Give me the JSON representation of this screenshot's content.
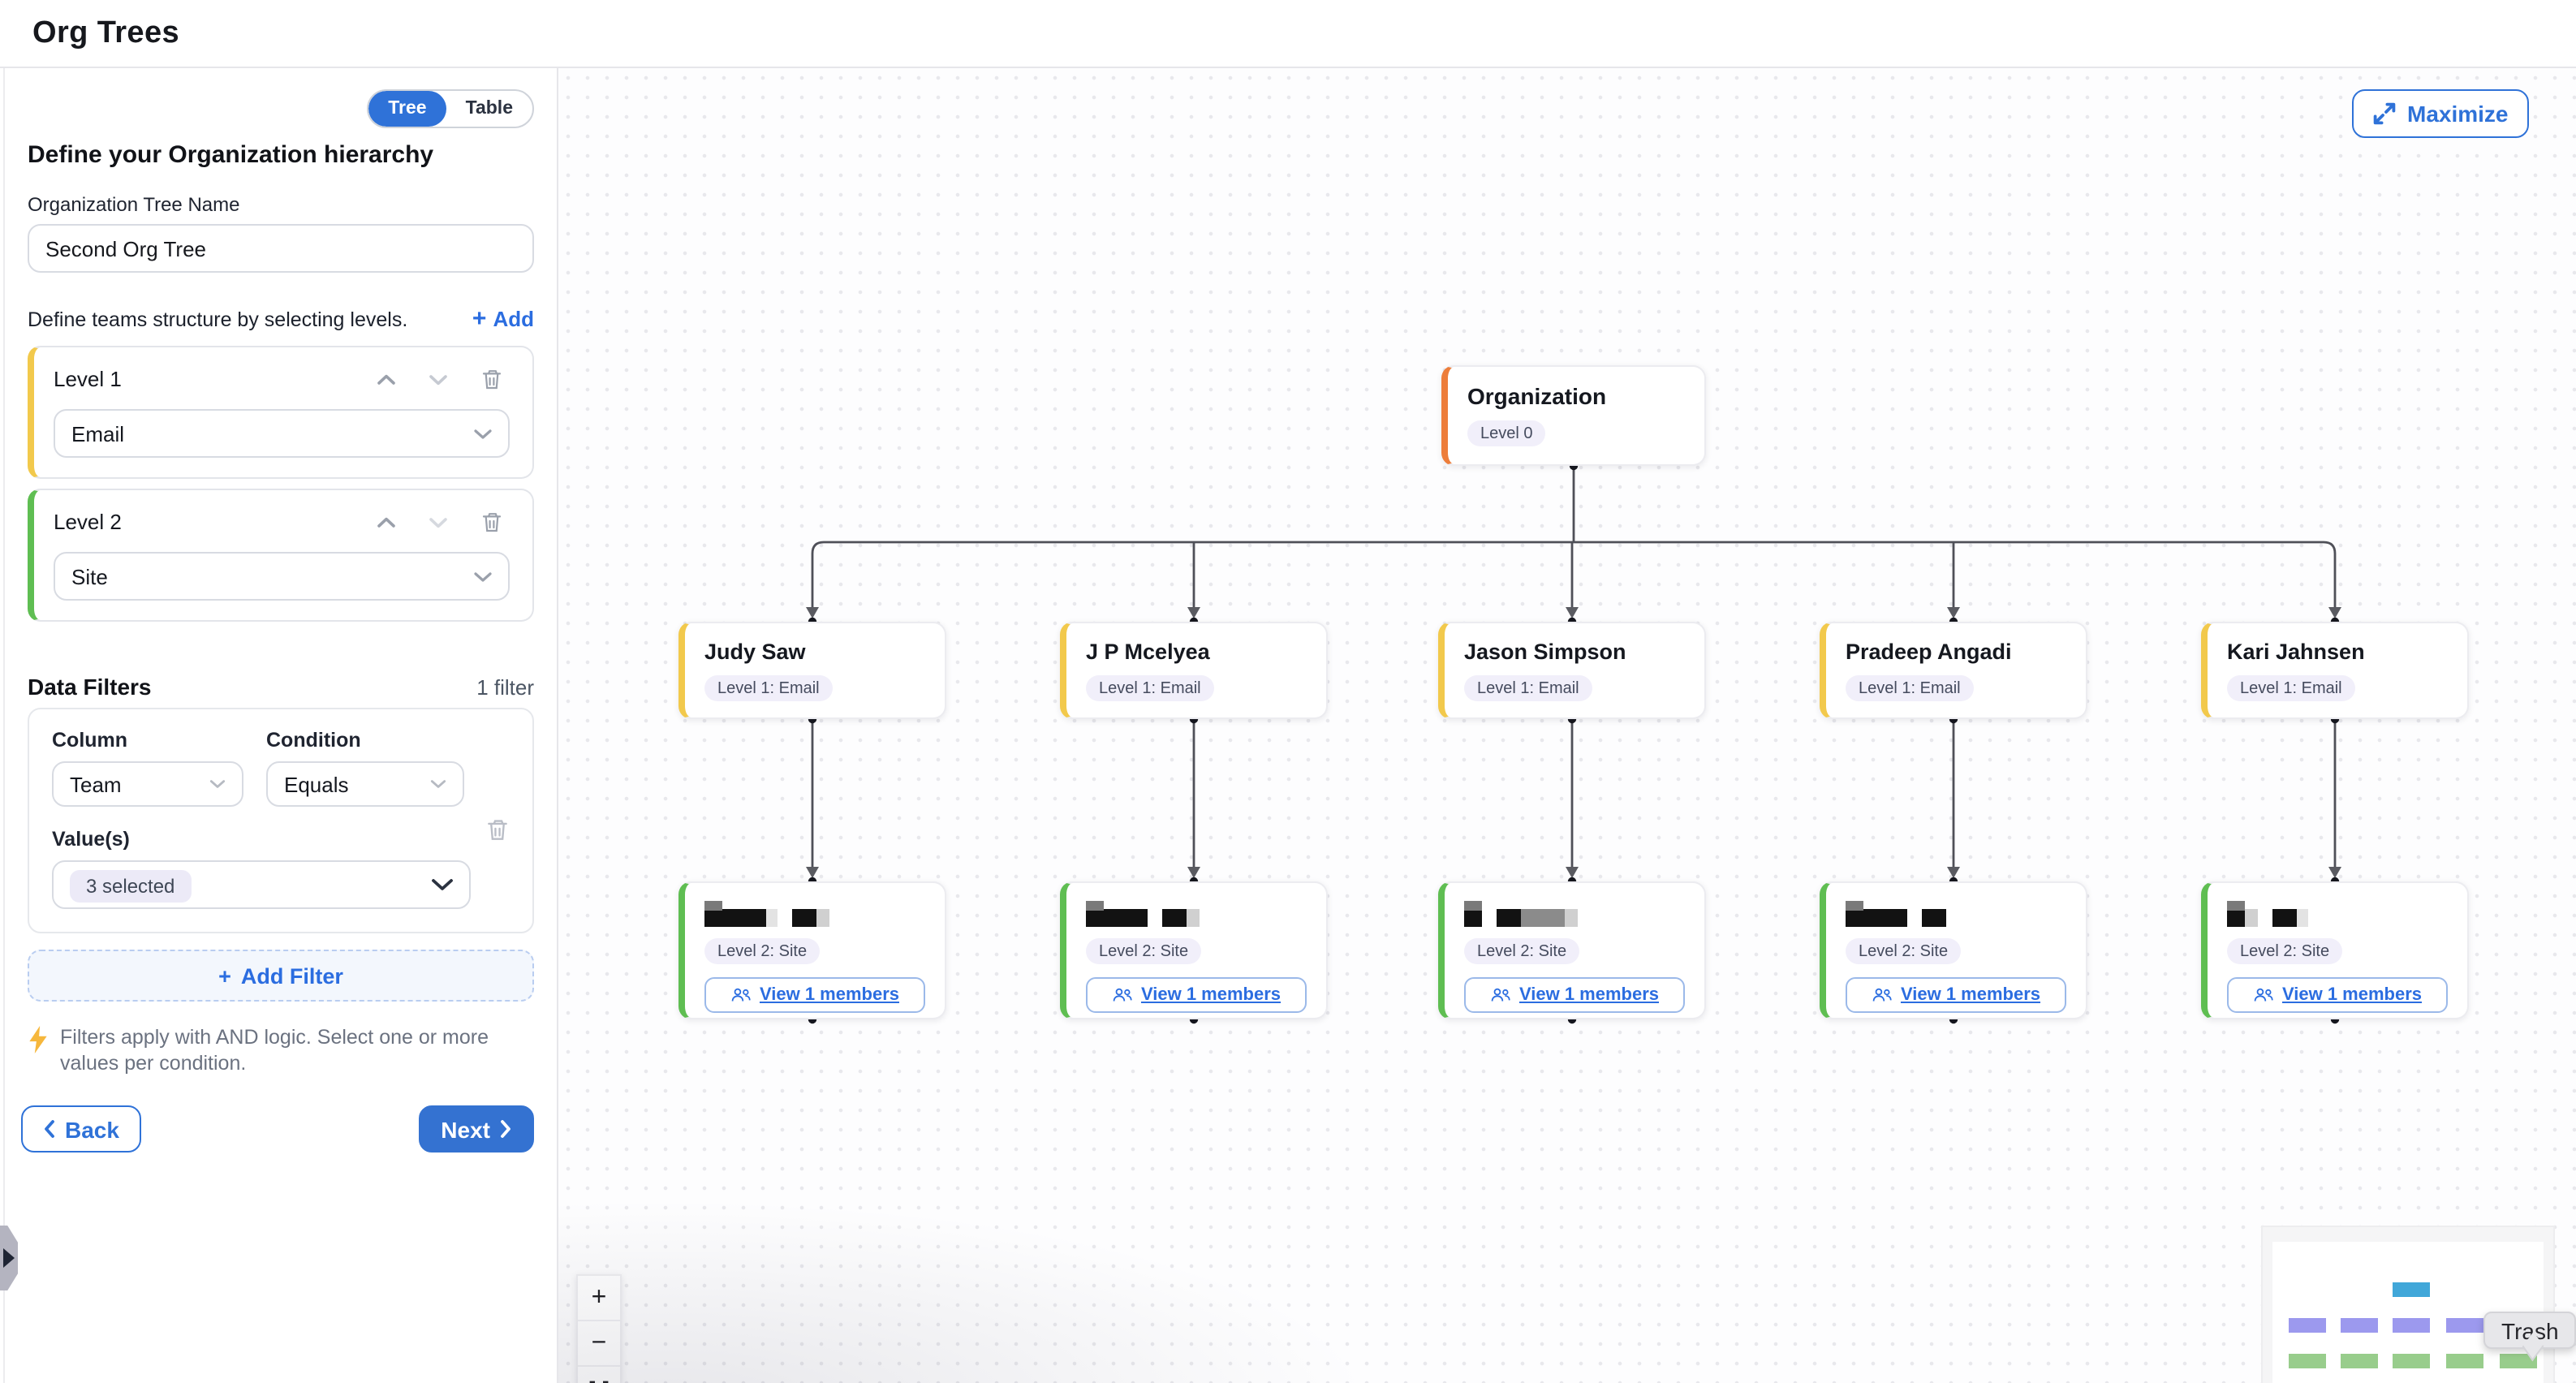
{
  "header": {
    "title": "Org Trees"
  },
  "sidebar": {
    "view_toggle": {
      "tree_label": "Tree",
      "table_label": "Table"
    },
    "heading": "Define your Organization hierarchy",
    "tree_name": {
      "label": "Organization Tree Name",
      "value": "Second Org Tree"
    },
    "levels_section": {
      "hint": "Define teams structure by selecting levels.",
      "add_label": "Add"
    },
    "levels": [
      {
        "label": "Level 1",
        "value": "Email",
        "accent": "#F2C94C"
      },
      {
        "label": "Level 2",
        "value": "Site",
        "accent": "#5FBE52"
      }
    ],
    "filters_section": {
      "title": "Data Filters",
      "count": "1 filter",
      "column_label": "Column",
      "condition_label": "Condition",
      "values_label": "Value(s)",
      "filter": {
        "column": "Team",
        "condition": "Equals",
        "values": "3 selected"
      },
      "add_filter_label": "Add Filter",
      "note": "Filters apply with AND logic. Select one or more values per condition."
    },
    "back_label": "Back",
    "next_label": "Next"
  },
  "canvas": {
    "maximize_label": "Maximize",
    "tree": {
      "root": {
        "name": "Organization",
        "badge": "Level 0",
        "accent": "#ED7D3A"
      },
      "child_accent": "#F2C94C",
      "leaf_accent": "#5FBE52",
      "children": [
        {
          "name": "Judy Saw",
          "badge": "Level 1: Email"
        },
        {
          "name": "J P Mcelyea",
          "badge": "Level 1: Email"
        },
        {
          "name": "Jason Simpson",
          "badge": "Level 1: Email"
        },
        {
          "name": "Pradeep Angadi",
          "badge": "Level 1: Email"
        },
        {
          "name": "Kari Jahnsen",
          "badge": "Level 1: Email"
        }
      ],
      "leaf": {
        "badge": "Level 2: Site",
        "button_label": "View 1 members"
      }
    },
    "zoom_controls": {
      "zoom_in": "+",
      "zoom_out": "−"
    },
    "tooltip": "Trash",
    "minimap_colors": {
      "root": "#41A7D9",
      "level1": "#9C99EE",
      "level2": "#98CD8C"
    }
  },
  "colors": {
    "primary_blue": "#2F72D8",
    "link_blue": "#2B6DE0",
    "accent_orange": "#ED7D3A",
    "accent_yellow": "#F2C94C",
    "accent_green": "#5FBE52"
  }
}
